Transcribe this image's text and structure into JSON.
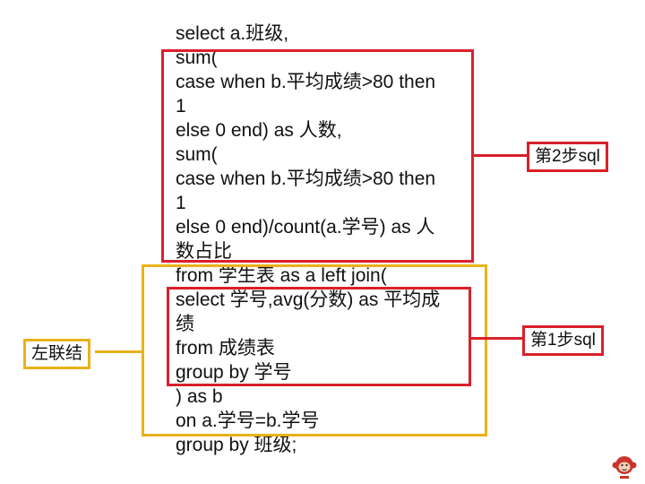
{
  "code_lines": [
    "select a.班级,",
    "sum(",
    "case when b.平均成绩>80 then",
    "1",
    "else 0 end) as 人数,",
    "sum(",
    "case when b.平均成绩>80 then",
    "1",
    "else 0 end)/count(a.学号) as 人",
    "数占比",
    "from 学生表 as a left join(",
    "select 学号,avg(分数) as 平均成",
    "绩",
    "from 成绩表",
    "group by 学号",
    ") as b",
    "on a.学号=b.学号",
    "group by 班级;"
  ],
  "annotations": {
    "step2": "第2步sql",
    "step1": "第1步sql",
    "left_join": "左联结"
  },
  "colors": {
    "red": "#d9202a",
    "yellow": "#e8b21a"
  },
  "watermark_icon": "monkey-logo-icon"
}
